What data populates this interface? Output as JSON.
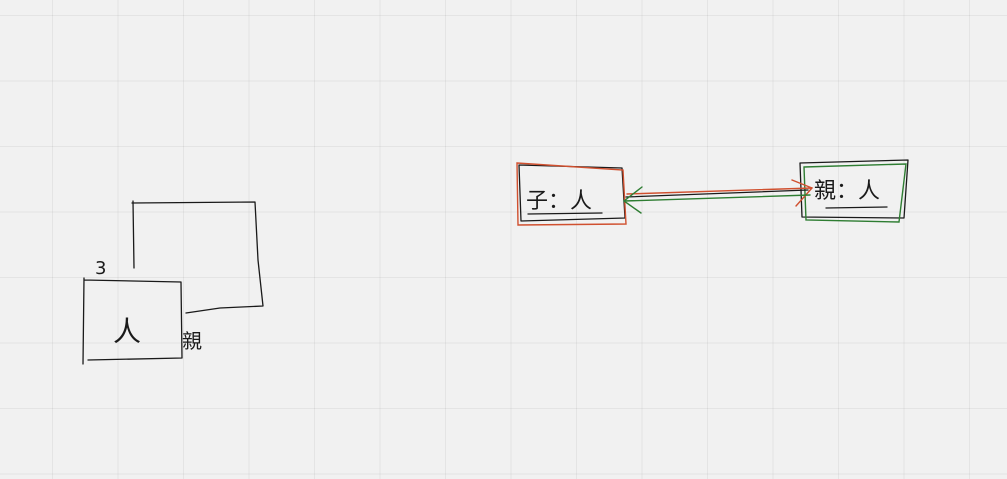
{
  "canvas": {
    "background": "#f1f1f1",
    "grid_color": "#e2e2e2"
  },
  "colors": {
    "ink": "#1a1a1a",
    "red": "#d0502f",
    "green": "#2e7d32"
  },
  "left_sketch": {
    "back_box_label": "",
    "front_box_label": "人",
    "multiplicity_label": "3",
    "side_label": "親"
  },
  "right_diagram": {
    "left_node_label": "子：人",
    "right_node_label": "親：人",
    "left_node_border_color": "#d0502f",
    "right_node_border_color": "#2e7d32",
    "arrows": [
      {
        "color": "#d0502f",
        "direction": "to-right"
      },
      {
        "color": "#2e7d32",
        "direction": "to-left"
      }
    ]
  }
}
